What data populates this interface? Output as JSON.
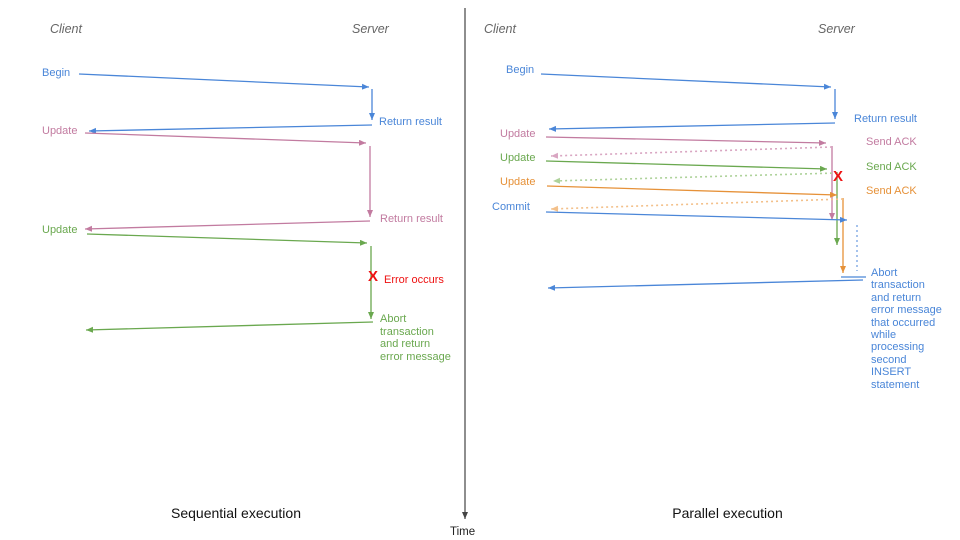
{
  "colors": {
    "blue": "#4a86d8",
    "pink": "#c27ba0",
    "green": "#6aa84f",
    "orange": "#e69138",
    "red": "#ee1111",
    "axis_gray": "#444444",
    "header_gray": "#666666"
  },
  "left": {
    "client_header": "Client",
    "server_header": "Server",
    "begin_label": "Begin",
    "return_result_1": "Return result",
    "update_1_label": "Update",
    "return_result_2": "Return result",
    "update_2_label": "Update",
    "error_mark": "X",
    "error_label": "Error occurs",
    "abort_note": "Abort\ntransaction\nand return\nerror message",
    "caption": "Sequential execution"
  },
  "right": {
    "client_header": "Client",
    "server_header": "Server",
    "begin_label": "Begin",
    "return_result": "Return result",
    "update_1_label": "Update",
    "send_ack_1": "Send ACK",
    "update_2_label": "Update",
    "send_ack_2": "Send ACK",
    "update_3_label": "Update",
    "send_ack_3": "Send ACK",
    "commit_label": "Commit",
    "error_mark": "X",
    "abort_note": "Abort\ntransaction\nand return\nerror message\nthat occurred\nwhile\nprocessing\nsecond\nINSERT\nstatement",
    "caption": "Parallel execution"
  },
  "time_axis_label": "Time"
}
